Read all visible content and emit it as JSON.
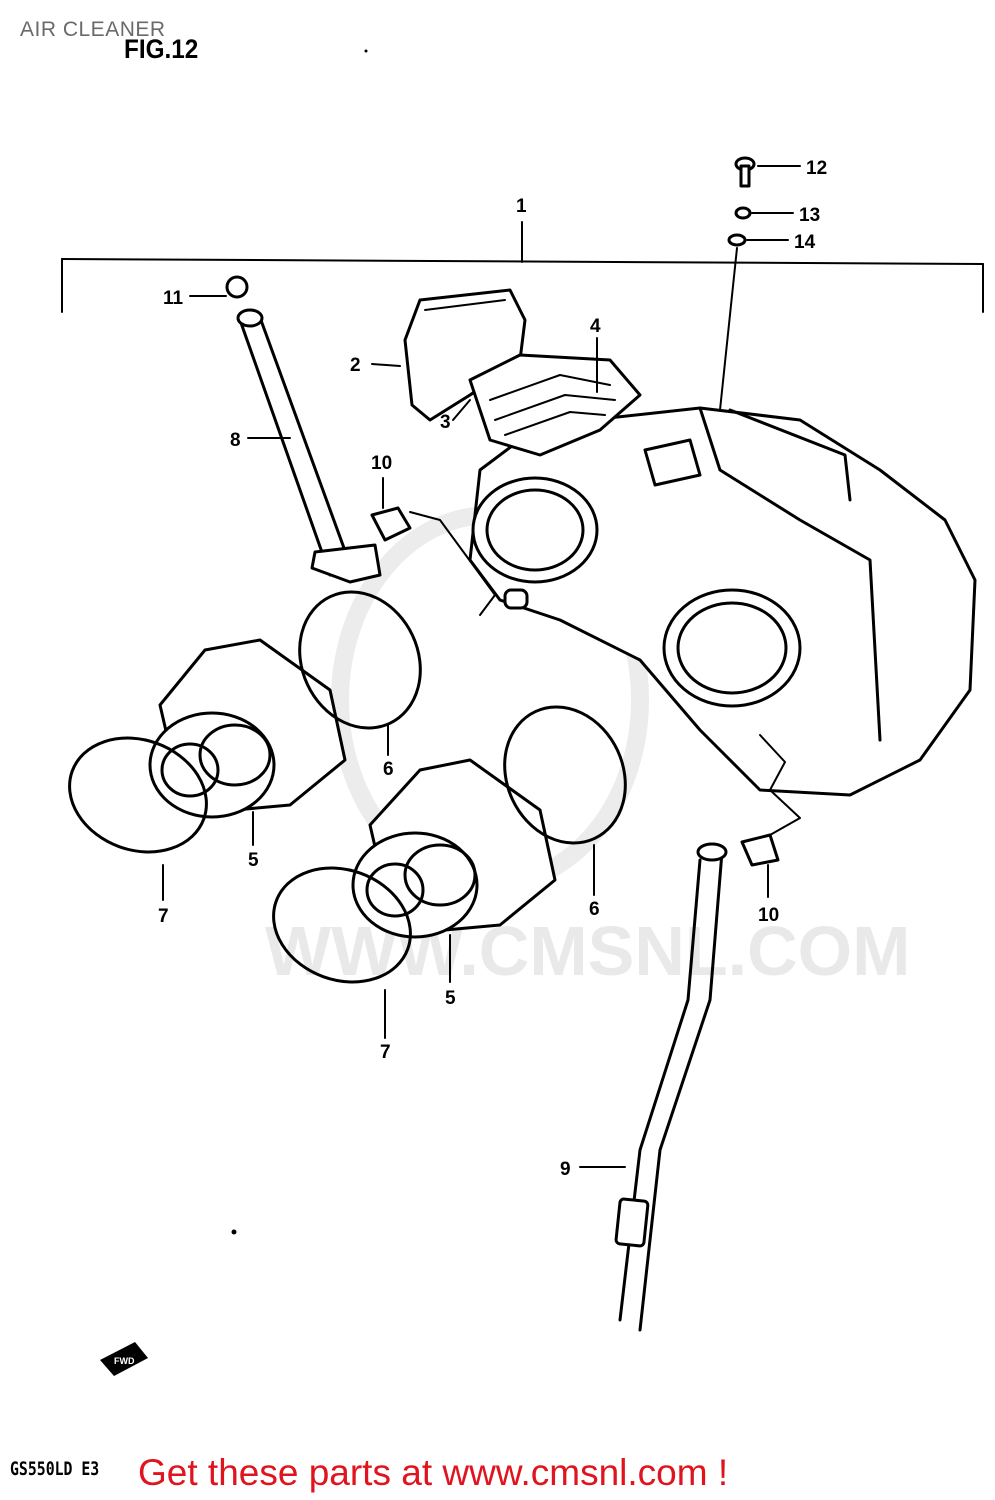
{
  "page": {
    "title": "AIR CLEANER",
    "figure": "FIG.12",
    "model_code": "GS550LD E3",
    "promo": "Get these parts at www.cmsnl.com !",
    "watermark": "WWW.CMSNL.COM",
    "fwd_label": "FWD"
  },
  "callouts": {
    "c1": "1",
    "c2": "2",
    "c3": "3",
    "c4": "4",
    "c5a": "5",
    "c5b": "5",
    "c6a": "6",
    "c6b": "6",
    "c7a": "7",
    "c7b": "7",
    "c8": "8",
    "c9": "9",
    "c10a": "10",
    "c10b": "10",
    "c11": "11",
    "c12": "12",
    "c13": "13",
    "c14": "14"
  },
  "colors": {
    "promo": "#e0141e",
    "title": "#6a6a6a",
    "watermark": "#e9e9e9"
  }
}
